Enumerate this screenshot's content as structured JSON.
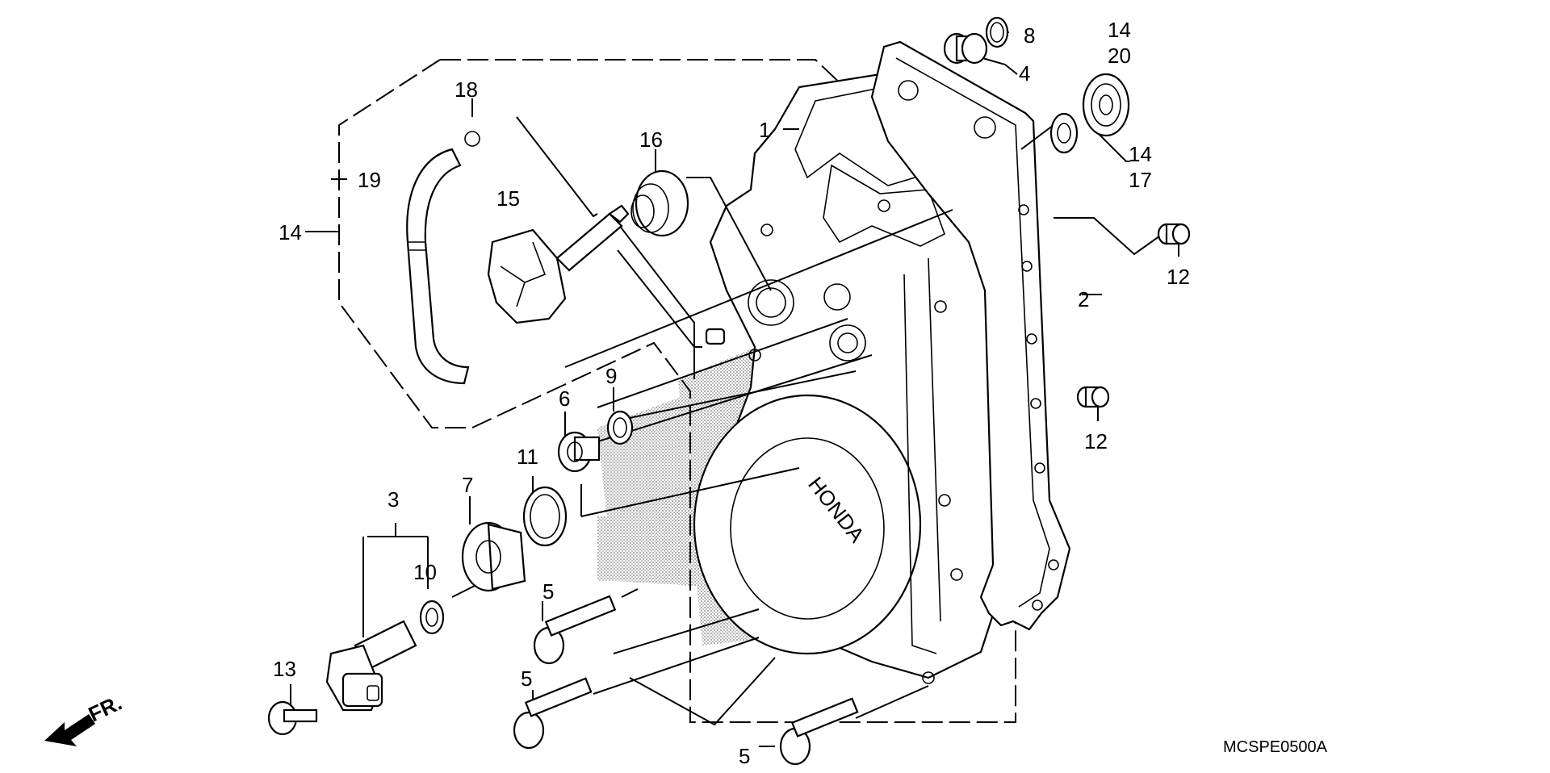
{
  "diagram": {
    "code": "MCSPE0500A",
    "front_marker": "FR.",
    "brand_text": "HONDA",
    "labels": [
      {
        "id": "l1",
        "text": "1"
      },
      {
        "id": "l2",
        "text": "2"
      },
      {
        "id": "l3",
        "text": "3"
      },
      {
        "id": "l4",
        "text": "4"
      },
      {
        "id": "l5a",
        "text": "5"
      },
      {
        "id": "l5b",
        "text": "5"
      },
      {
        "id": "l5c",
        "text": "5"
      },
      {
        "id": "l6",
        "text": "6"
      },
      {
        "id": "l7",
        "text": "7"
      },
      {
        "id": "l8",
        "text": "8"
      },
      {
        "id": "l9",
        "text": "9"
      },
      {
        "id": "l10",
        "text": "10"
      },
      {
        "id": "l11",
        "text": "11"
      },
      {
        "id": "l12a",
        "text": "12"
      },
      {
        "id": "l12b",
        "text": "12"
      },
      {
        "id": "l13",
        "text": "13"
      },
      {
        "id": "l14a",
        "text": "14"
      },
      {
        "id": "l14b",
        "text": "14"
      },
      {
        "id": "l14c",
        "text": "14"
      },
      {
        "id": "l15",
        "text": "15"
      },
      {
        "id": "l16",
        "text": "16"
      },
      {
        "id": "l17",
        "text": "17"
      },
      {
        "id": "l18",
        "text": "18"
      },
      {
        "id": "l19",
        "text": "19"
      },
      {
        "id": "l20",
        "text": "20"
      }
    ]
  }
}
